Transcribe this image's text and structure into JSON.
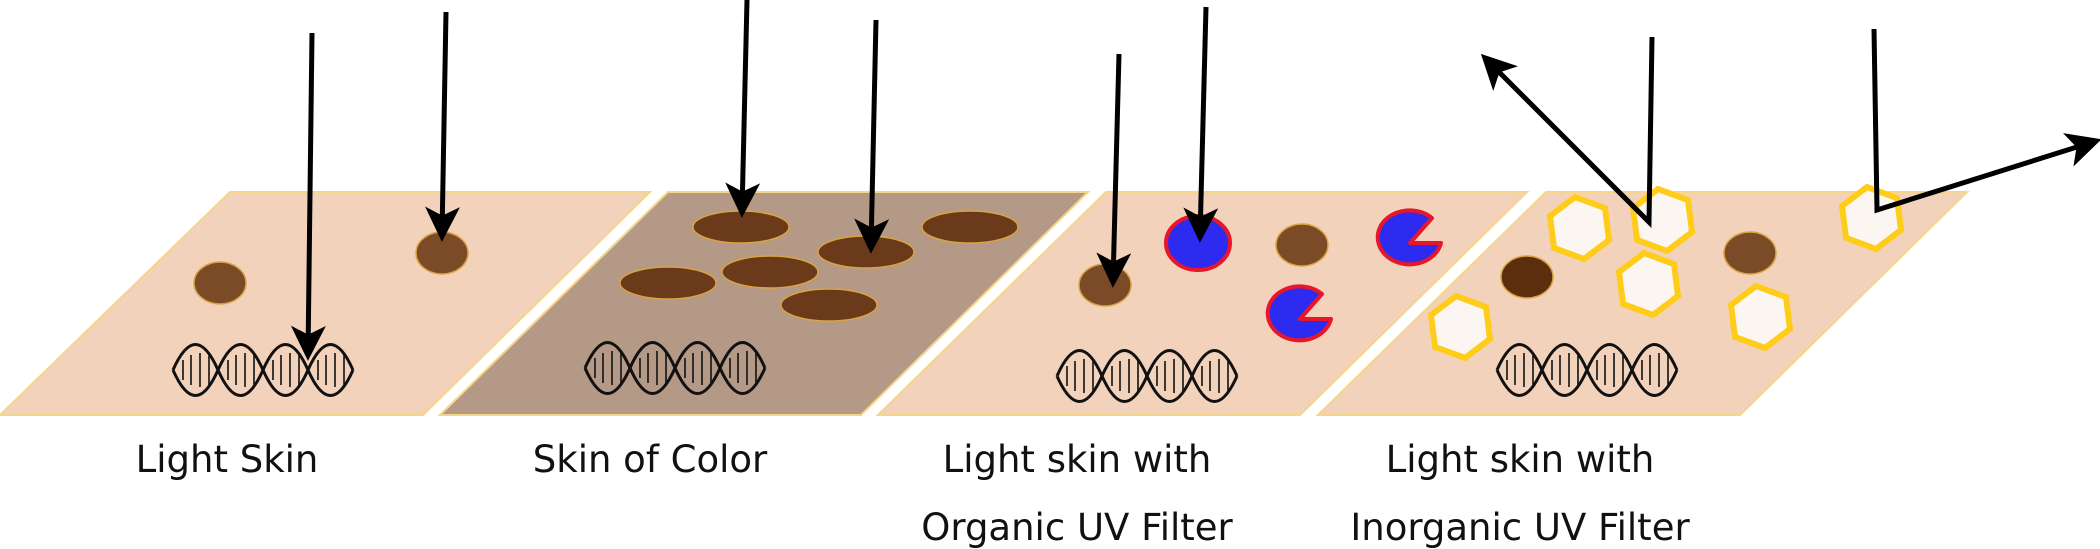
{
  "colors": {
    "light_skin": "#f3d2bc",
    "dark_skin": "#b49a86",
    "panel_border": "#f5d58a",
    "melanin_light": "#7b4a26",
    "melanin_dark": "#6a3a1a",
    "melanin_border": "#d9a441",
    "organic_filter": "#2e2bf0",
    "organic_filter_border": "#e8162a",
    "inorganic_filter": "#fbf6f1",
    "inorganic_filter_border": "#ffcc1a",
    "arrow": "#000000"
  },
  "panels": [
    {
      "id": "light-skin",
      "caption_lines": [
        "Light Skin"
      ]
    },
    {
      "id": "skin-of-color",
      "caption_lines": [
        "Skin of Color"
      ]
    },
    {
      "id": "organic",
      "caption_lines": [
        "Light skin with",
        "Organic UV Filter"
      ]
    },
    {
      "id": "inorganic",
      "caption_lines": [
        "Light skin with",
        "Inorganic UV Filter"
      ]
    }
  ],
  "icons": {
    "uv_ray": "uv-ray-arrow-icon",
    "dna": "dna-helix-icon",
    "melanin": "melanin-granule-icon",
    "organic_filter": "organic-uv-filter-icon",
    "inorganic_filter": "inorganic-uv-filter-icon"
  }
}
